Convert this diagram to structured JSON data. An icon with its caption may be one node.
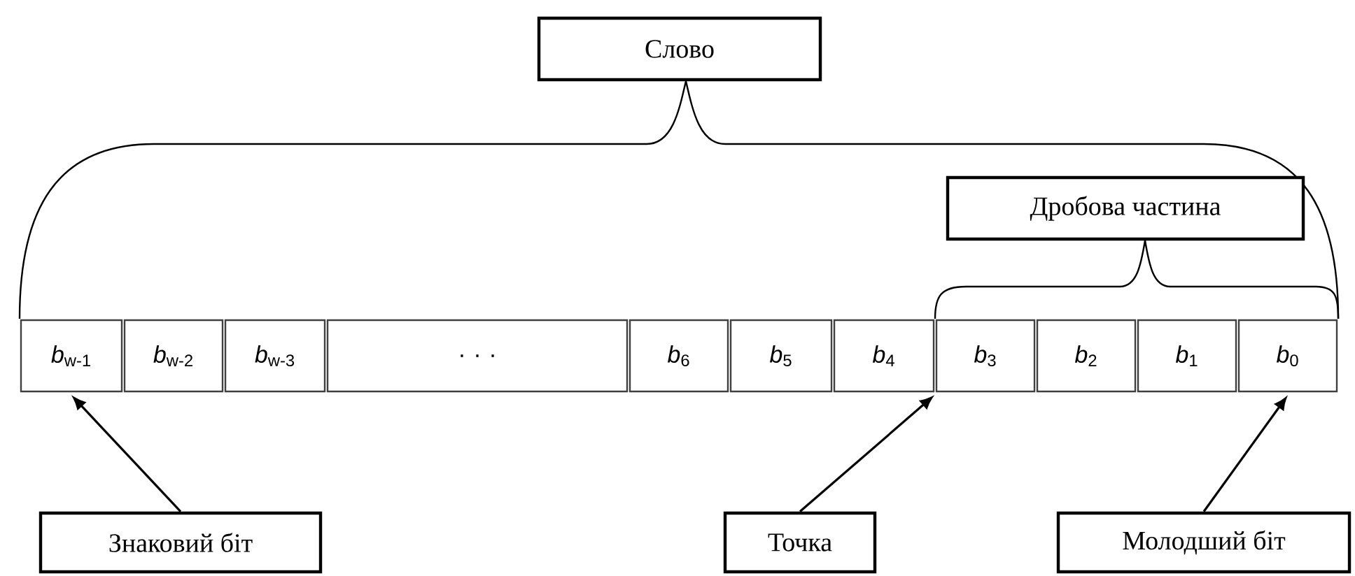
{
  "diagram": {
    "nodes": [
      {
        "text": [
          "Слово"
        ]
      },
      {
        "text": [
          "Дробова частина"
        ]
      },
      {
        "text": [
          "*b*$_{w-1}$"
        ]
      },
      {
        "text": [
          "*b*$_{w-2}$"
        ]
      },
      {
        "text": [
          "*b*$_{w-3}$"
        ]
      },
      {
        "text": [
          ". . ."
        ]
      },
      {
        "text": [
          "*b*$_{6}$"
        ]
      },
      {
        "text": [
          "*b*$_{5}$"
        ]
      },
      {
        "text": [
          "*b*$_{4}$"
        ]
      },
      {
        "text": [
          "*b*$_{3}$"
        ]
      },
      {
        "text": [
          "*b*$_{2}$"
        ]
      },
      {
        "text": [
          "*b*$_{1}$"
        ]
      },
      {
        "text": [
          "*b*$_{0}$"
        ]
      },
      {
        "text": [
          "Знаковий біт"
        ]
      },
      {
        "text": [
          "Точка"
        ]
      },
      {
        "text": [
          "Молодший біт"
        ]
      }
    ],
    "edges": [
      {
        "from": 13,
        "to": 2,
        "arrow": "to"
      },
      {
        "from": 14,
        "to": 8,
        "arrow": "to"
      },
      {
        "from": 15,
        "to": 12,
        "arrow": "to"
      }
    ]
  }
}
